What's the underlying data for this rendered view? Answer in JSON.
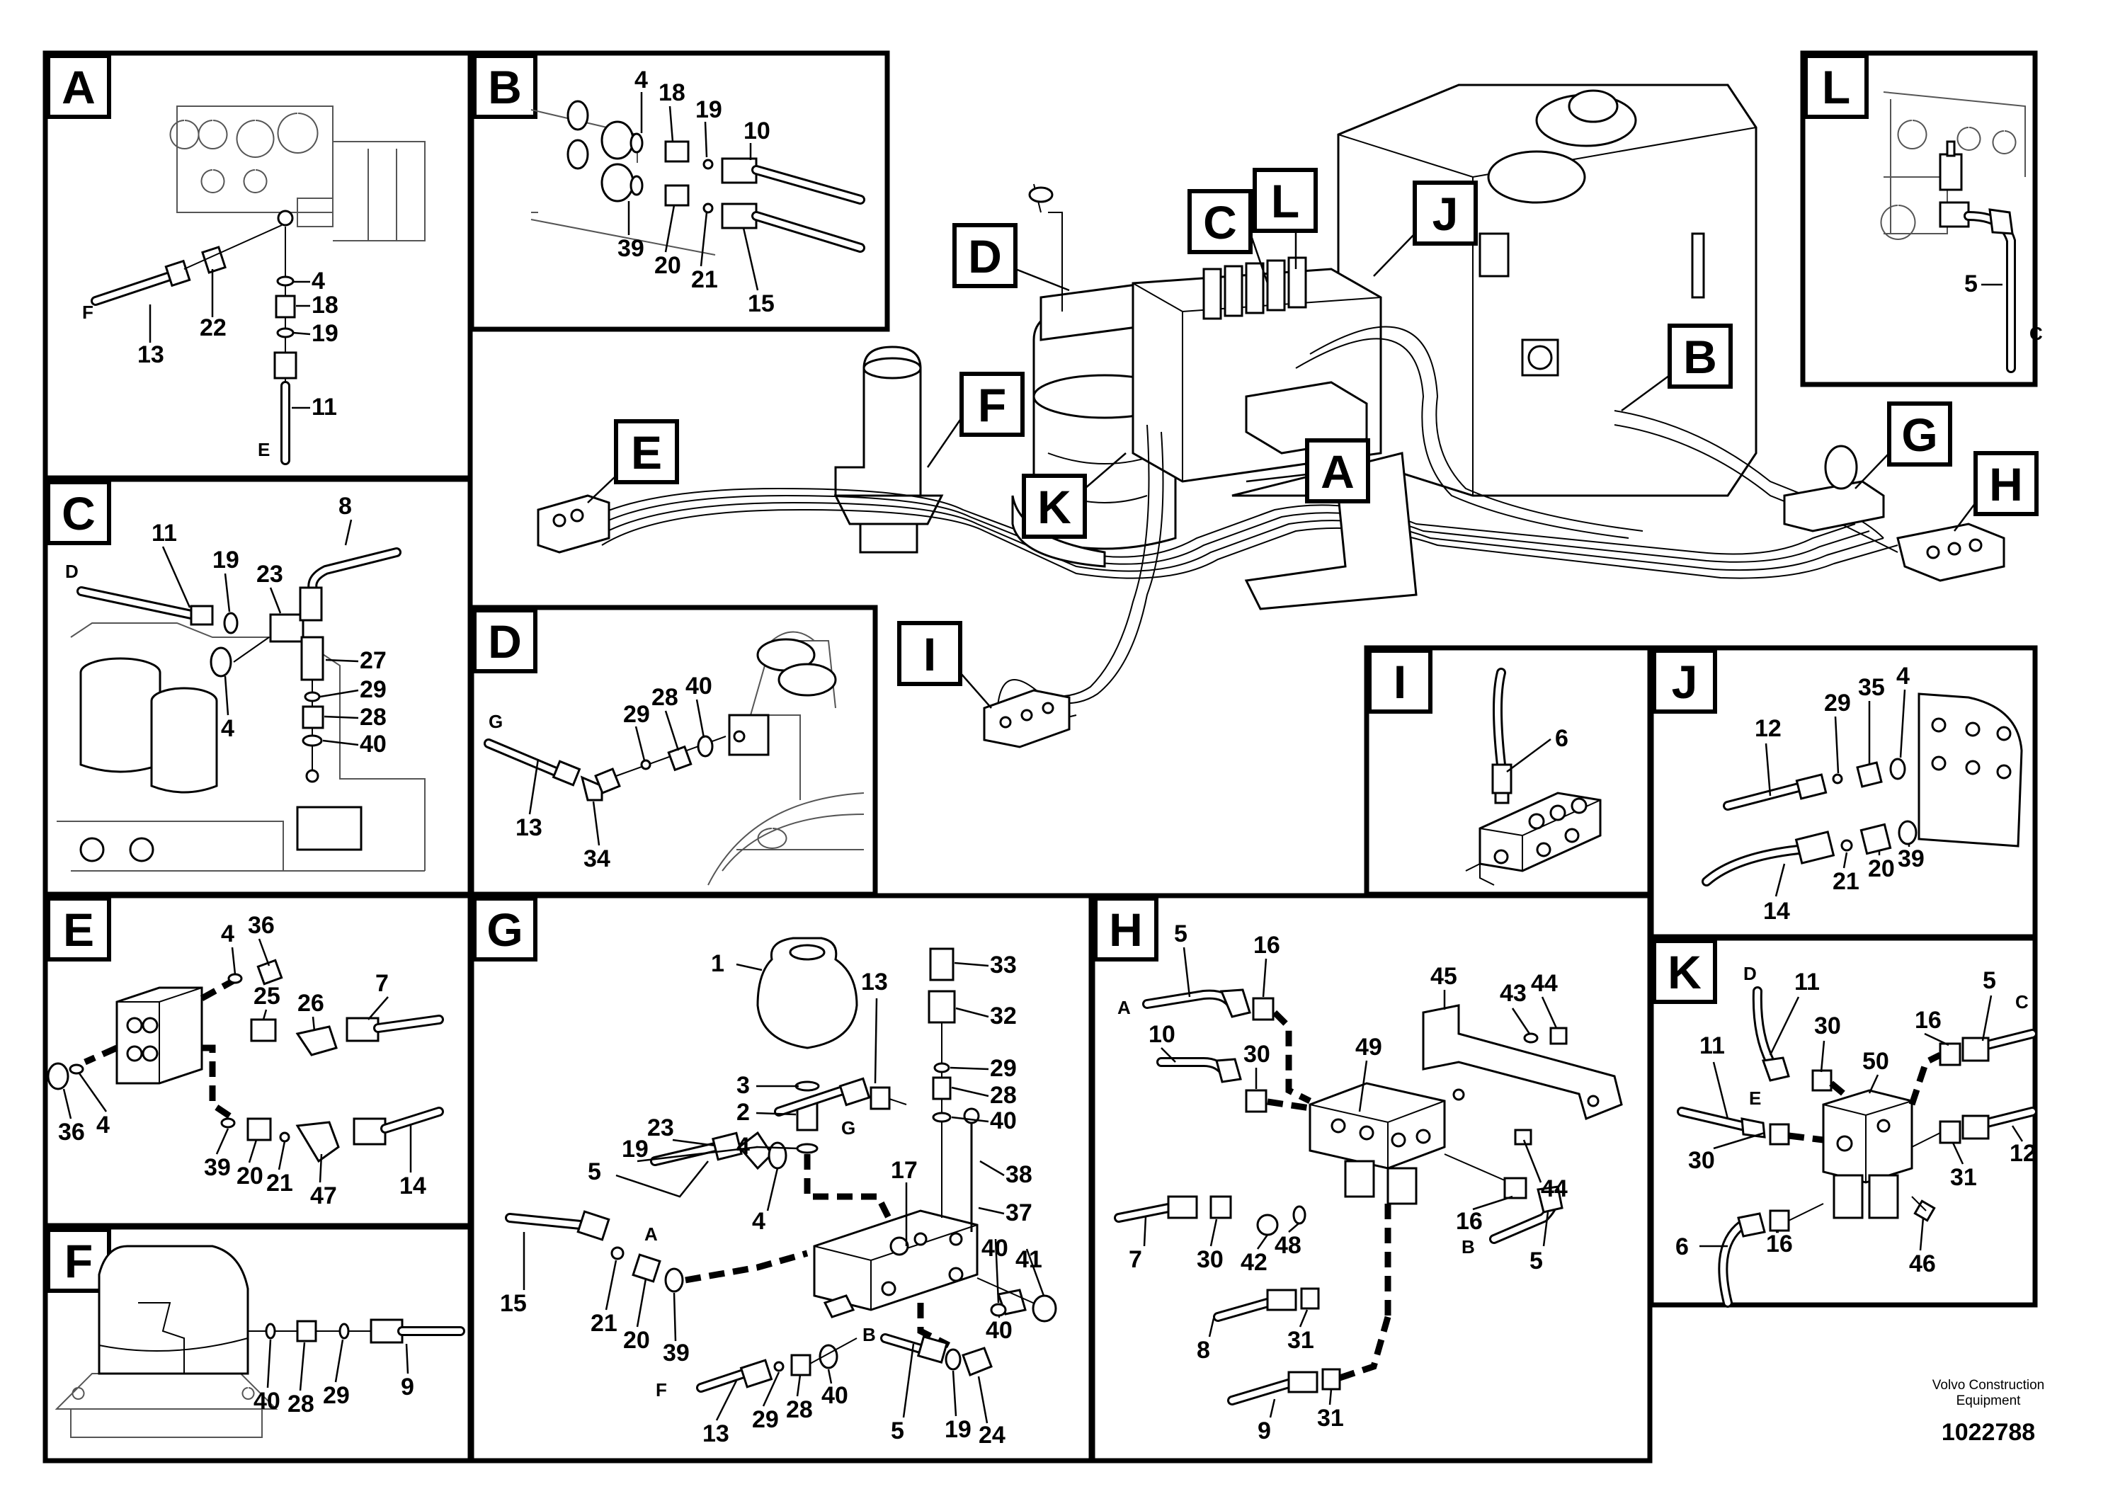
{
  "panels": {
    "A": {
      "letter": "A",
      "callouts": [
        "F",
        "13",
        "22",
        "4",
        "18",
        "19",
        "11",
        "E"
      ]
    },
    "B": {
      "letter": "B",
      "callouts": [
        "4",
        "18",
        "19",
        "10",
        "39",
        "20",
        "21",
        "15"
      ]
    },
    "C": {
      "letter": "C",
      "callouts": [
        "D",
        "11",
        "19",
        "23",
        "8",
        "4",
        "27",
        "29",
        "28",
        "40"
      ]
    },
    "D": {
      "letter": "D",
      "callouts": [
        "G",
        "29",
        "28",
        "40",
        "13",
        "34"
      ]
    },
    "E": {
      "letter": "E",
      "callouts": [
        "4",
        "36",
        "25",
        "26",
        "7",
        "36",
        "4",
        "39",
        "20",
        "21",
        "47",
        "14"
      ]
    },
    "F": {
      "letter": "F",
      "callouts": [
        "40",
        "28",
        "29",
        "9"
      ]
    },
    "G": {
      "letter": "G",
      "callouts": [
        "1",
        "13",
        "33",
        "3",
        "32",
        "2",
        "G",
        "29",
        "4",
        "28",
        "40",
        "23",
        "38",
        "19",
        "17",
        "5",
        "37",
        "A",
        "4",
        "40",
        "41",
        "15",
        "21",
        "20",
        "39",
        "B",
        "40",
        "F",
        "13",
        "29",
        "28",
        "40",
        "5",
        "19",
        "24"
      ]
    },
    "H": {
      "letter": "H",
      "callouts": [
        "5",
        "16",
        "45",
        "A",
        "43",
        "44",
        "10",
        "30",
        "49",
        "44",
        "7",
        "30",
        "42",
        "48",
        "16",
        "B",
        "5",
        "8",
        "31",
        "9",
        "31"
      ]
    },
    "I": {
      "letter": "I",
      "callouts": [
        "6"
      ]
    },
    "J": {
      "letter": "J",
      "callouts": [
        "12",
        "29",
        "35",
        "4",
        "14",
        "21",
        "20",
        "39"
      ]
    },
    "K": {
      "letter": "K",
      "callouts": [
        "D",
        "11",
        "5",
        "C",
        "11",
        "30",
        "16",
        "50",
        "E",
        "30",
        "31",
        "12",
        "6",
        "16",
        "46"
      ]
    },
    "L": {
      "letter": "L",
      "callouts": [
        "5",
        "C"
      ]
    }
  },
  "overview_tags": [
    "D",
    "C",
    "L",
    "J",
    "B",
    "F",
    "E",
    "K",
    "A",
    "G",
    "H",
    "I"
  ],
  "footer": {
    "brand_line1": "Volvo Construction",
    "brand_line2": "Equipment",
    "drawing_number": "1022788"
  },
  "colors": {
    "ink": "#000000",
    "paper": "#ffffff"
  }
}
